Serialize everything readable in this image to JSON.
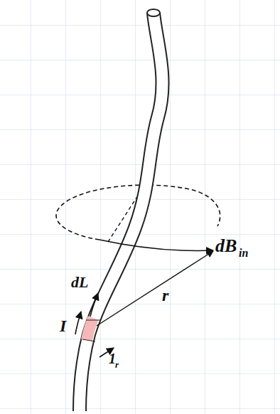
{
  "diagram": {
    "labels": [
      "dL",
      "I",
      "dB",
      "in",
      "r",
      "1",
      "r"
    ]
  }
}
